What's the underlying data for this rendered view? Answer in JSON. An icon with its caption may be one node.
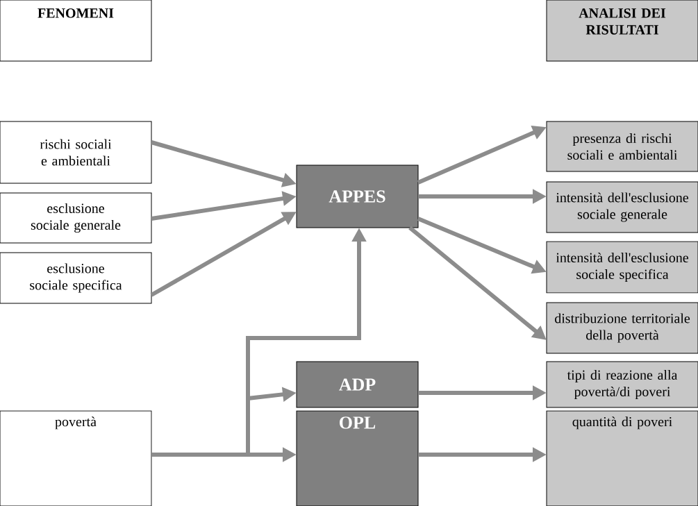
{
  "diagram": {
    "nodes": [
      {
        "text": [
          "FENOMENI"
        ]
      },
      {
        "text": [
          "ANALISI DEI RISULTATI"
        ]
      },
      {
        "text": [
          "rischi sociali e ambientali"
        ]
      },
      {
        "text": [
          "esclusione sociale generale"
        ]
      },
      {
        "text": [
          "esclusione sociale specifica"
        ]
      },
      {
        "text": [
          "APPES"
        ]
      },
      {
        "text": [
          "presenza di rischi sociali e ambientali"
        ]
      },
      {
        "text": [
          "intensità dell'esclusione sociale generale"
        ]
      },
      {
        "text": [
          "intensità dell'esclusione sociale specifica"
        ]
      },
      {
        "text": [
          "distribuzione territoriale della povertà"
        ]
      },
      {
        "text": [
          "ADP"
        ]
      },
      {
        "text": [
          "tipi di reazione alla povertà/di poveri"
        ]
      },
      {
        "text": [
          "povertà"
        ]
      },
      {
        "text": [
          "OPL"
        ]
      },
      {
        "text": [
          "quantità di poveri"
        ]
      }
    ],
    "edges": [
      {
        "from": 2,
        "to": 5,
        "arrow": "to"
      },
      {
        "from": 3,
        "to": 5,
        "arrow": "to"
      },
      {
        "from": 4,
        "to": 5,
        "arrow": "to"
      },
      {
        "from": 5,
        "to": 6,
        "arrow": "to"
      },
      {
        "from": 5,
        "to": 7,
        "arrow": "to"
      },
      {
        "from": 5,
        "to": 8,
        "arrow": "to"
      },
      {
        "from": 5,
        "to": 9,
        "arrow": "to"
      },
      {
        "from": 12,
        "to": 5,
        "arrow": "to"
      },
      {
        "from": 12,
        "to": 10,
        "arrow": "to"
      },
      {
        "from": 10,
        "to": 11,
        "arrow": "to"
      },
      {
        "from": 12,
        "to": 13,
        "arrow": "to"
      },
      {
        "from": 13,
        "to": 14,
        "arrow": "to"
      }
    ]
  }
}
